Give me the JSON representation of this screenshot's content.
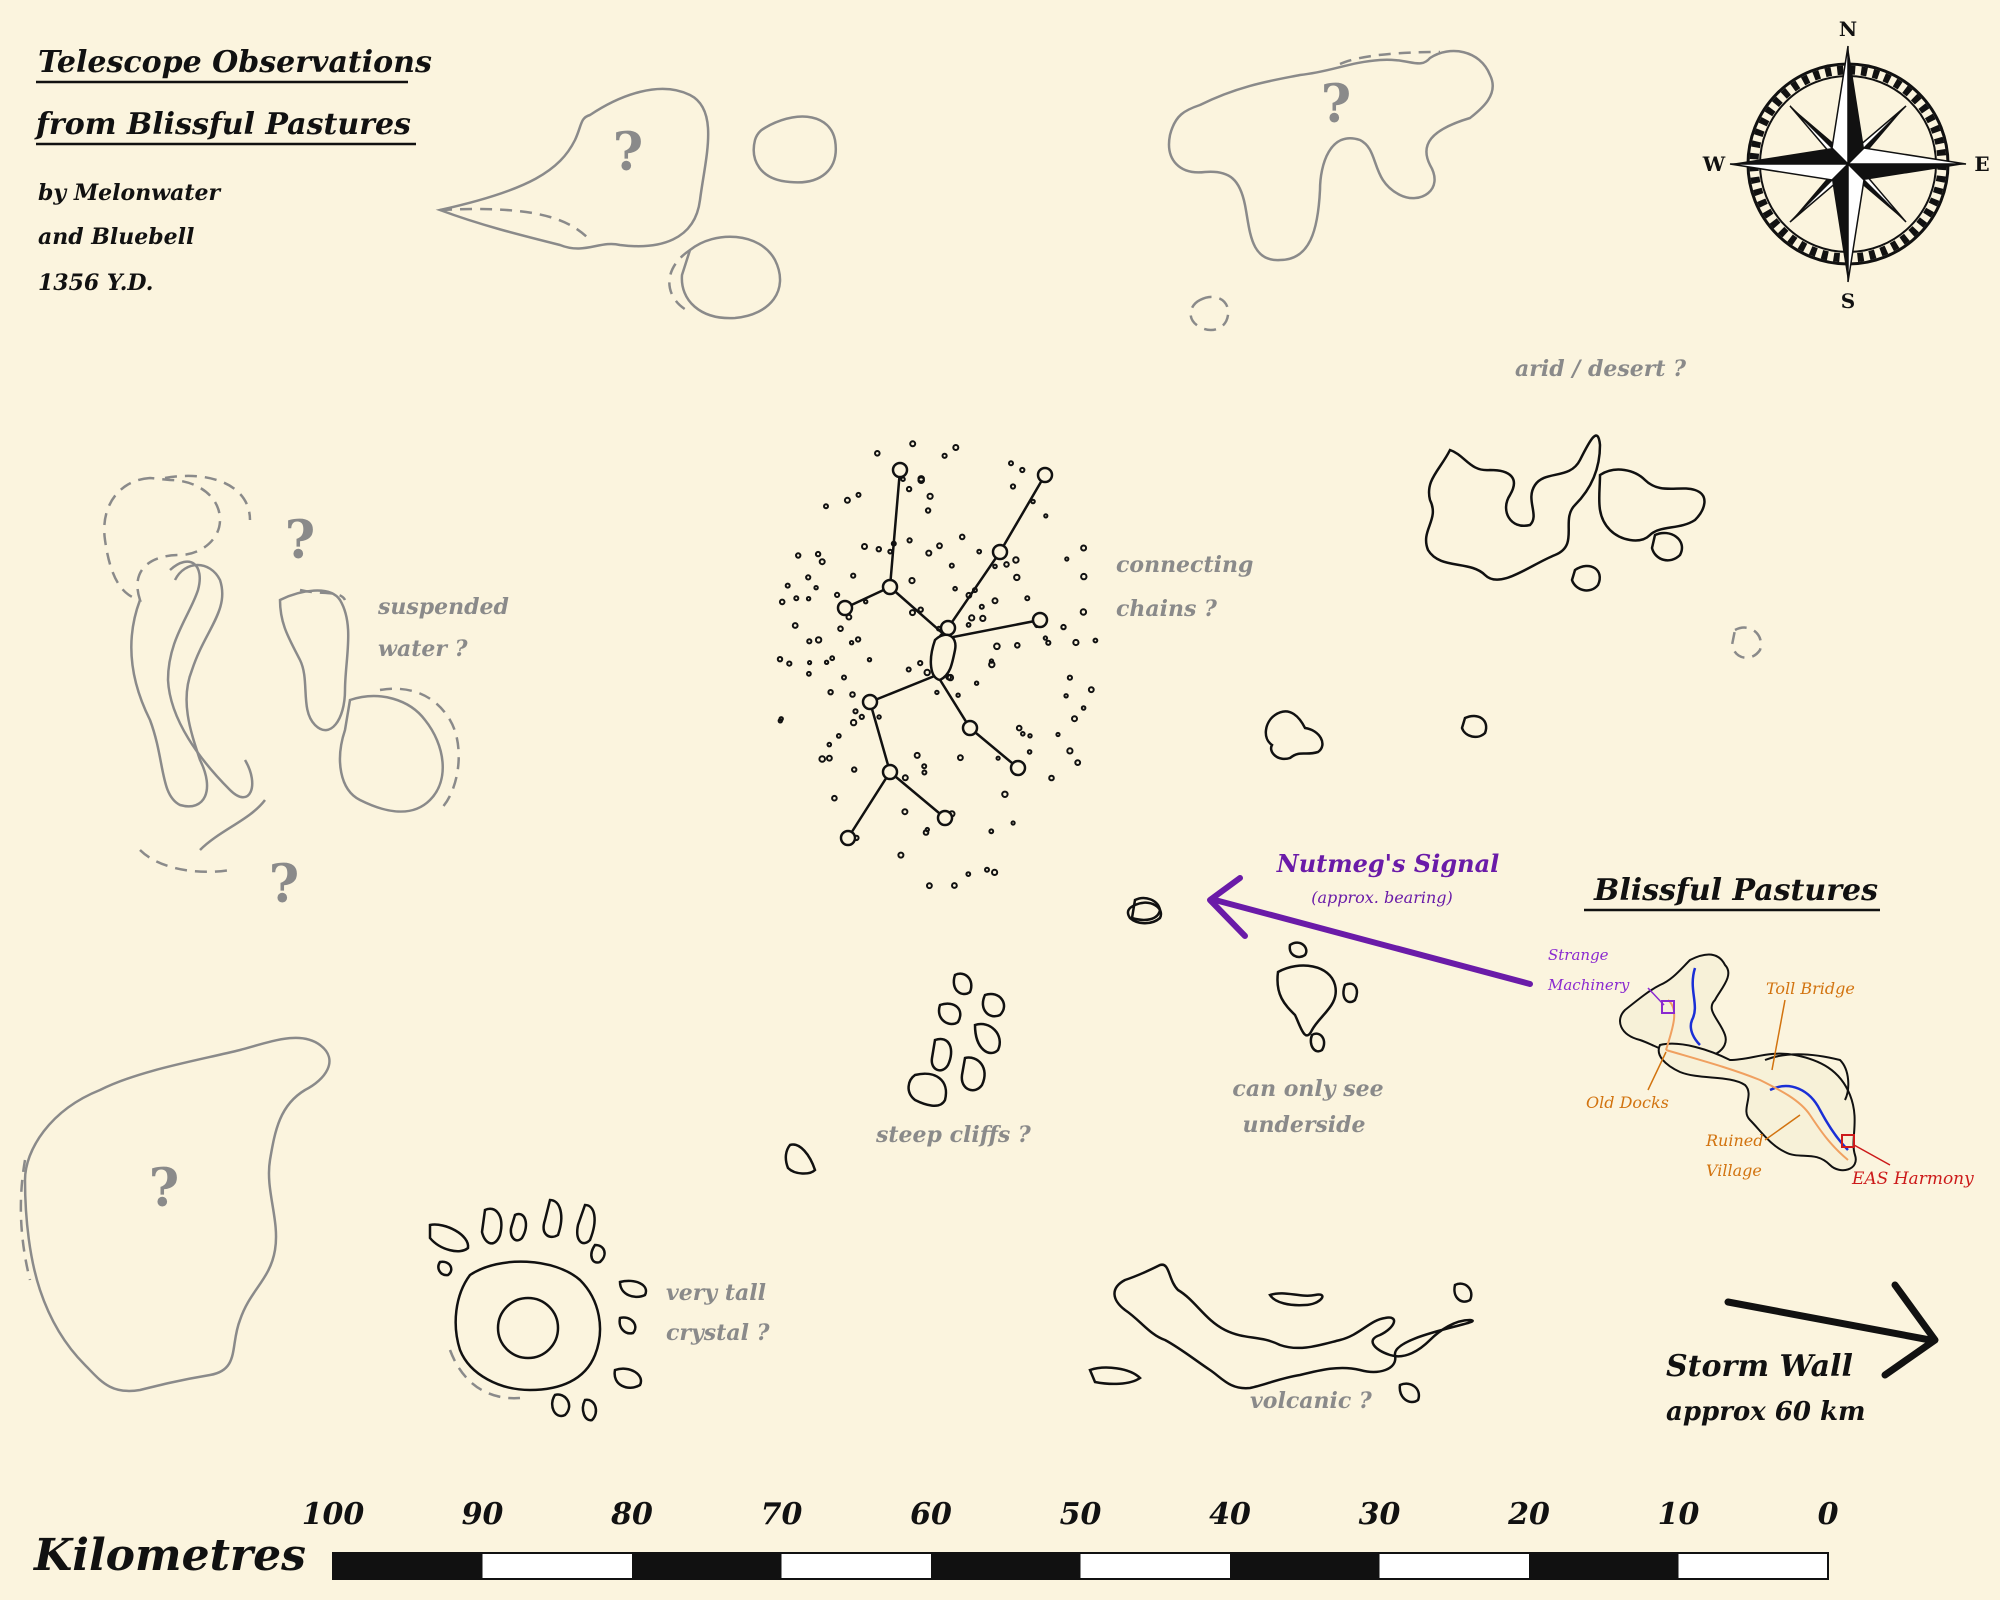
{
  "map": {
    "title_line1": "Telescope Observations",
    "title_line2": "from Blissful Pastures",
    "credit_line1": "by Melonwater",
    "credit_line2": "and Bluebell",
    "credit_line3": "1356 Y.D.",
    "unknown_mark": "?",
    "colors": {
      "parchment": "#fbf4de",
      "ink": "#111111",
      "faded": "#8a8a8a",
      "signal": "#6a1ba8",
      "orange_label": "#d2730f",
      "red_label": "#cc1a1a",
      "river": "#1a2fd6",
      "road": "#f0a060"
    }
  },
  "compass": {
    "north": "N",
    "south": "S",
    "east": "E",
    "west": "W"
  },
  "annotations": {
    "arid": "arid / desert ?",
    "suspended_1": "suspended",
    "suspended_2": "water ?",
    "chains_1": "connecting",
    "chains_2": "chains ?",
    "cliffs": "steep cliffs ?",
    "underside_1": "can only see",
    "underside_2": "underside",
    "crystal_1": "very tall",
    "crystal_2": "crystal ?",
    "volcanic": "volcanic ?"
  },
  "signal": {
    "label": "Nutmeg's Signal",
    "sub": "(approx. bearing)"
  },
  "home": {
    "title": "Blissful Pastures",
    "strange_1": "Strange",
    "strange_2": "Machinery",
    "toll_bridge": "Toll Bridge",
    "old_docks": "Old Docks",
    "ruined_1": "Ruined",
    "ruined_2": "Village",
    "harmony": "EAS Harmony"
  },
  "storm": {
    "line1": "Storm Wall",
    "line2": "approx 60 km"
  },
  "scale": {
    "label": "Kilometres",
    "ticks": [
      "100",
      "90",
      "80",
      "70",
      "60",
      "50",
      "40",
      "30",
      "20",
      "10",
      "0"
    ]
  }
}
